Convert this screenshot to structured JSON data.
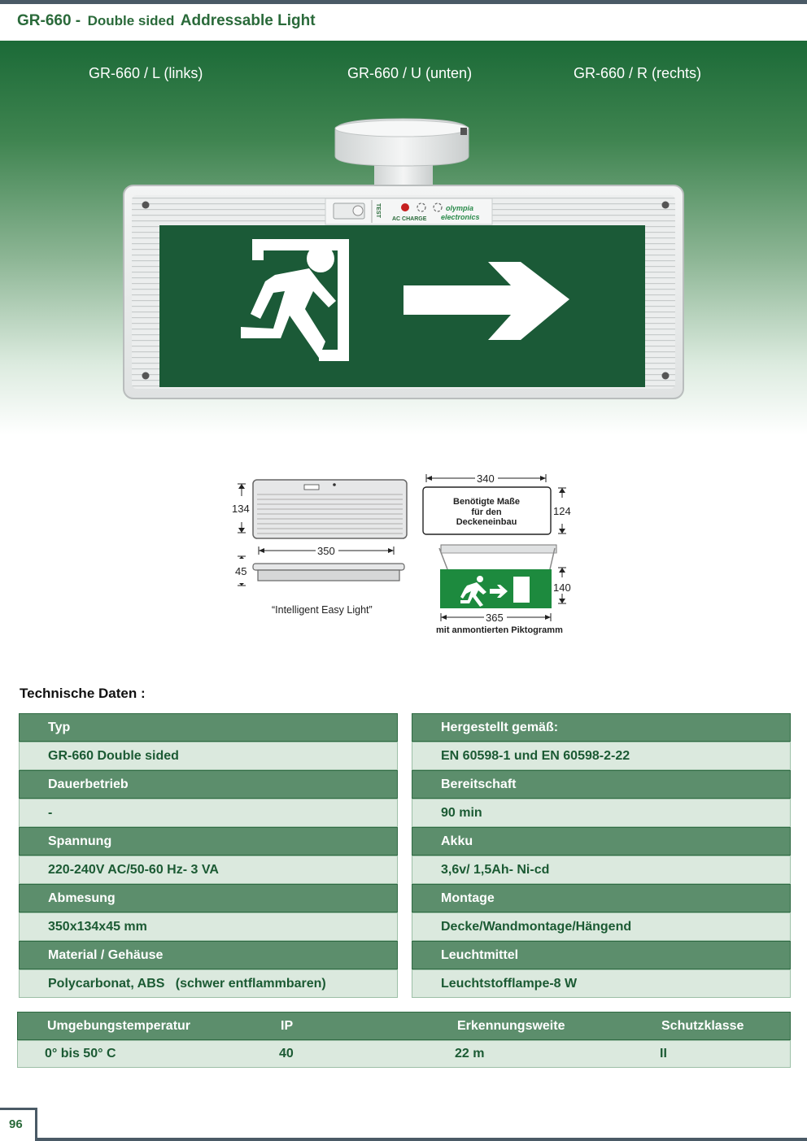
{
  "header": {
    "model": "GR-660 -",
    "subtitle": "Double sided",
    "name": "Addressable Light"
  },
  "variants": [
    "GR-660 / L (links)",
    "GR-660 / U (unten)",
    "GR-660 / R (rechts)"
  ],
  "device_labels": {
    "test": "TEST",
    "ac_charge": "AC CHARGE",
    "brand_line1": "olympia",
    "brand_line2": "electronics"
  },
  "drawings": {
    "dim_height": "134",
    "dim_width": "350",
    "dim_depth": "45",
    "caption": "“Intelligent Easy Light”",
    "cut_width": "340",
    "cut_height": "124",
    "cut_label_1": "Benötigte Maße",
    "cut_label_2": "für den",
    "cut_label_3": "Deckeneinbau",
    "picto_height": "140",
    "picto_width": "365",
    "picto_caption": "mit anmontierten Piktogramm"
  },
  "tech_title": "Technische Daten :",
  "specs_left": [
    {
      "label": "Typ",
      "value": "GR-660 Double sided"
    },
    {
      "label": "Dauerbetrieb",
      "value": "-"
    },
    {
      "label": "Spannung",
      "value": "220-240V AC/50-60 Hz- 3 VA"
    },
    {
      "label": "Abmesung",
      "value": "350x134x45 mm"
    },
    {
      "label": "Material / Gehäuse",
      "value": "Polycarbonat, ABS   (schwer entflammbaren)"
    }
  ],
  "specs_right": [
    {
      "label": "Hergestellt gemäß:",
      "value": "EN 60598-1 und EN 60598-2-22"
    },
    {
      "label": "Bereitschaft",
      "value": "90 min"
    },
    {
      "label": "Akku",
      "value": "3,6v/ 1,5Ah- Ni-cd"
    },
    {
      "label": "Montage",
      "value": "Decke/Wandmontage/Hängend"
    },
    {
      "label": "Leuchtmittel",
      "value": "Leuchtstofflampe-8 W"
    }
  ],
  "bottom_table": {
    "headers": [
      "Umgebungstemperatur",
      "IP",
      "Erkennungsweite",
      "Schutzklasse"
    ],
    "values": [
      "0° bis 50° C",
      "40",
      "22 m",
      "II"
    ]
  },
  "page_number": "96",
  "colors": {
    "brand_green": "#1b6a37",
    "label_bg": "#5c8e6c",
    "value_bg": "#dbe9de"
  }
}
